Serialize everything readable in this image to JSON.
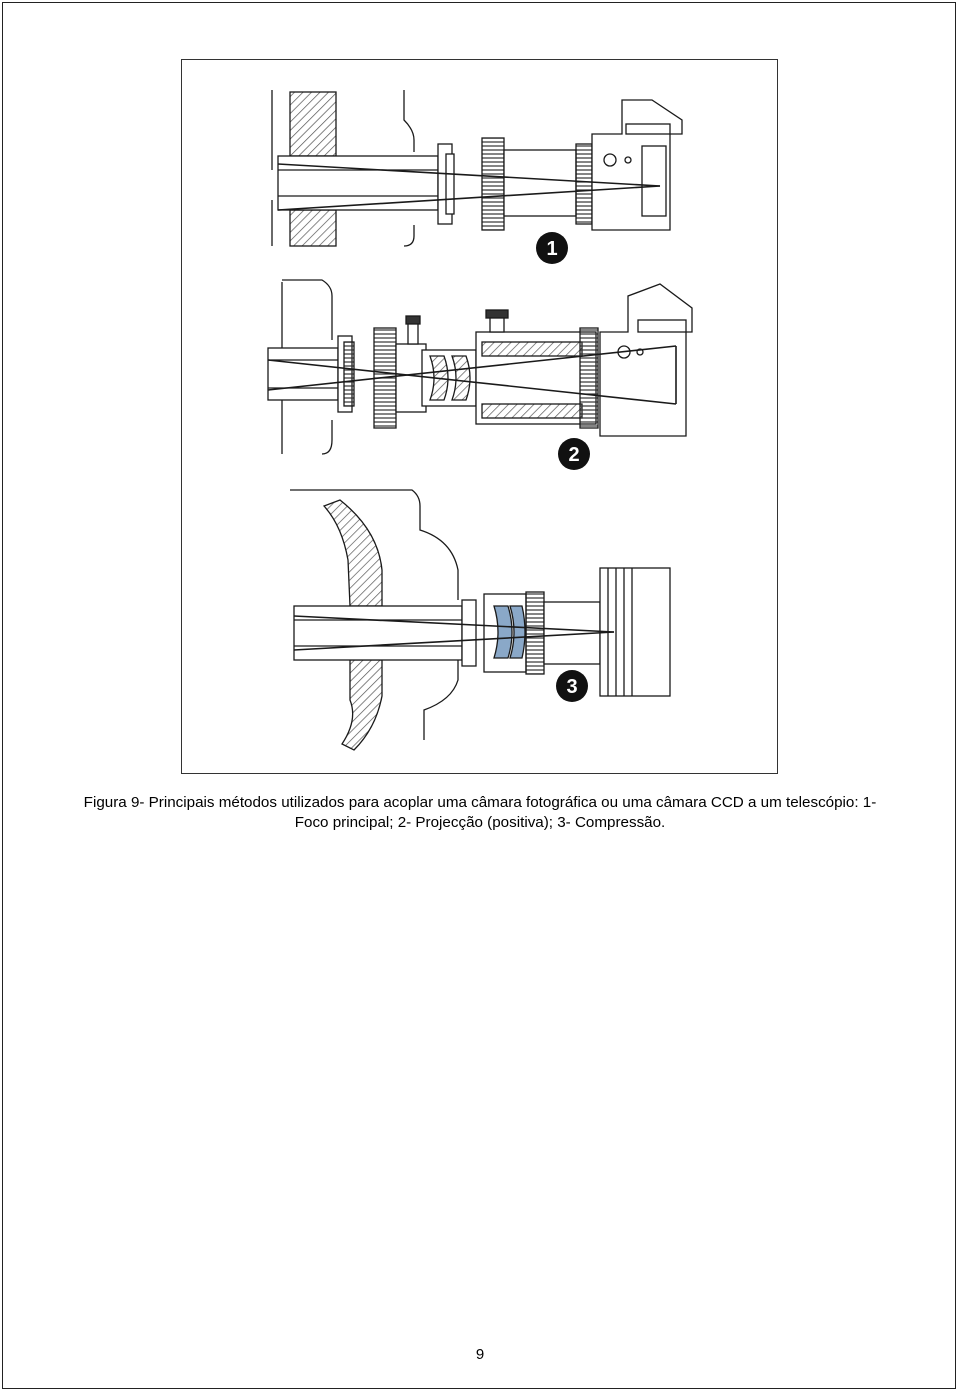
{
  "figure": {
    "panel_numbers": [
      "1",
      "2",
      "3"
    ],
    "colors": {
      "line": "#1a1a1a",
      "hatch": "#555555",
      "lens": "#8aa8c8",
      "badge": "#111111"
    }
  },
  "caption": {
    "line1": "Figura 9- Principais métodos utilizados para acoplar uma câmara fotográfica ou uma câmara CCD a um telescópio: 1-",
    "line2": "Foco principal; 2- Projecção (positiva); 3- Compressão."
  },
  "page_number": "9"
}
